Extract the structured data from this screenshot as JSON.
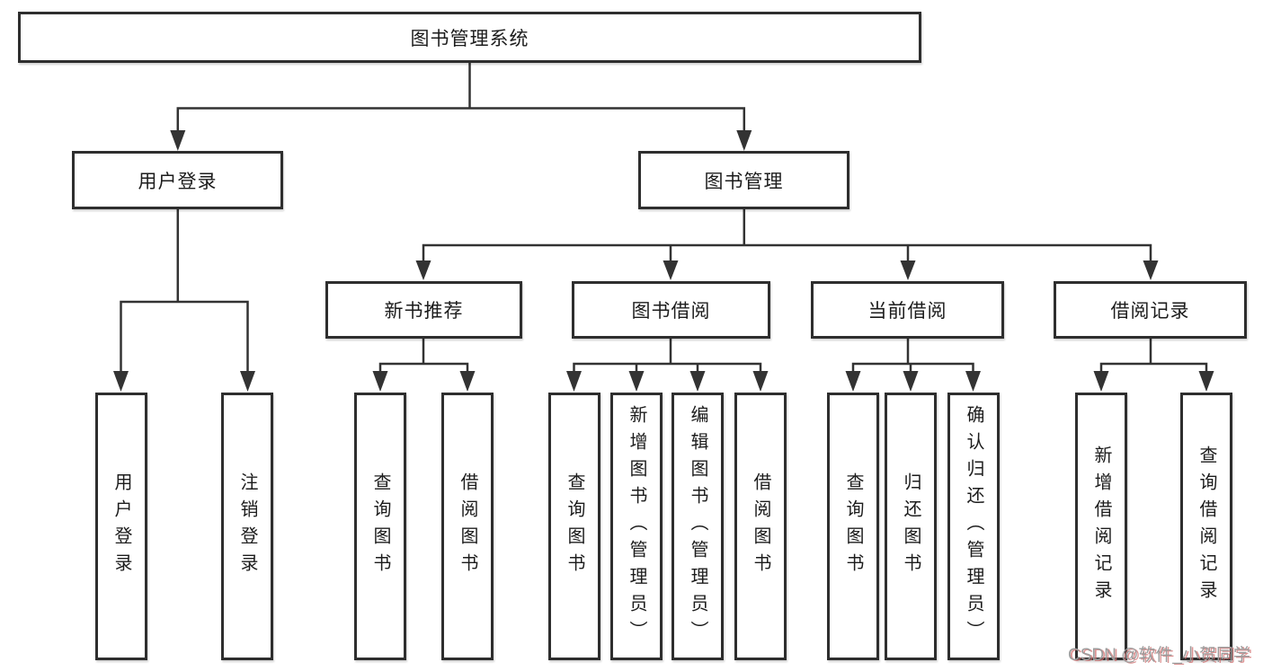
{
  "diagram": {
    "title": "图书管理系统",
    "level2": [
      {
        "label": "用户登录"
      },
      {
        "label": "图书管理"
      }
    ],
    "level3": [
      {
        "label": "新书推荐"
      },
      {
        "label": "图书借阅"
      },
      {
        "label": "当前借阅"
      },
      {
        "label": "借阅记录"
      }
    ],
    "leaves": [
      {
        "label": "用户登录",
        "parent": "用户登录"
      },
      {
        "label": "注销登录",
        "parent": "用户登录"
      },
      {
        "label": "查询图书",
        "parent": "新书推荐"
      },
      {
        "label": "借阅图书",
        "parent": "新书推荐"
      },
      {
        "label": "查询图书",
        "parent": "图书借阅"
      },
      {
        "label": "新增图书（管理员）",
        "parent": "图书借阅"
      },
      {
        "label": "编辑图书（管理员）",
        "parent": "图书借阅"
      },
      {
        "label": "借阅图书",
        "parent": "图书借阅"
      },
      {
        "label": "查询图书",
        "parent": "当前借阅"
      },
      {
        "label": "归还图书",
        "parent": "当前借阅"
      },
      {
        "label": "确认归还（管理员）",
        "parent": "当前借阅"
      },
      {
        "label": "新增借阅记录",
        "parent": "借阅记录"
      },
      {
        "label": "查询借阅记录",
        "parent": "借阅记录"
      }
    ],
    "watermark": "CSDN @软件_小贺同学",
    "colors": {
      "line": "#333333",
      "box_border": "#2e2e2e",
      "text": "#1c1c1c",
      "background": "#ffffff",
      "watermark_gray": "#9c9c9c",
      "watermark_red": "#d07070"
    }
  }
}
